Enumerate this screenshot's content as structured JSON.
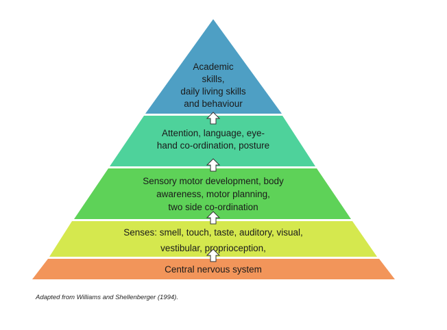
{
  "levels": [
    {
      "id": "top",
      "lines": [
        "Academic",
        "skills,",
        "daily living skills",
        "and behaviour"
      ],
      "color": "#4e9fc4"
    },
    {
      "id": "l2",
      "lines": [
        "Attention, language, eye-",
        "hand co-ordination, posture"
      ],
      "color": "#4ed29b"
    },
    {
      "id": "l3",
      "lines": [
        "Sensory motor development, body",
        "awareness, motor planning,",
        "two side co-ordination"
      ],
      "color": "#5ed258"
    },
    {
      "id": "l4",
      "lines": [
        "Senses: smell, touch, taste, auditory, visual,",
        "vestibular, proprioception,"
      ],
      "color": "#d5e84e"
    },
    {
      "id": "base",
      "lines": [
        "Central nervous system"
      ],
      "color": "#f2955a"
    }
  ],
  "caption": "Adapted from Williams and Shellenberger (1994)."
}
